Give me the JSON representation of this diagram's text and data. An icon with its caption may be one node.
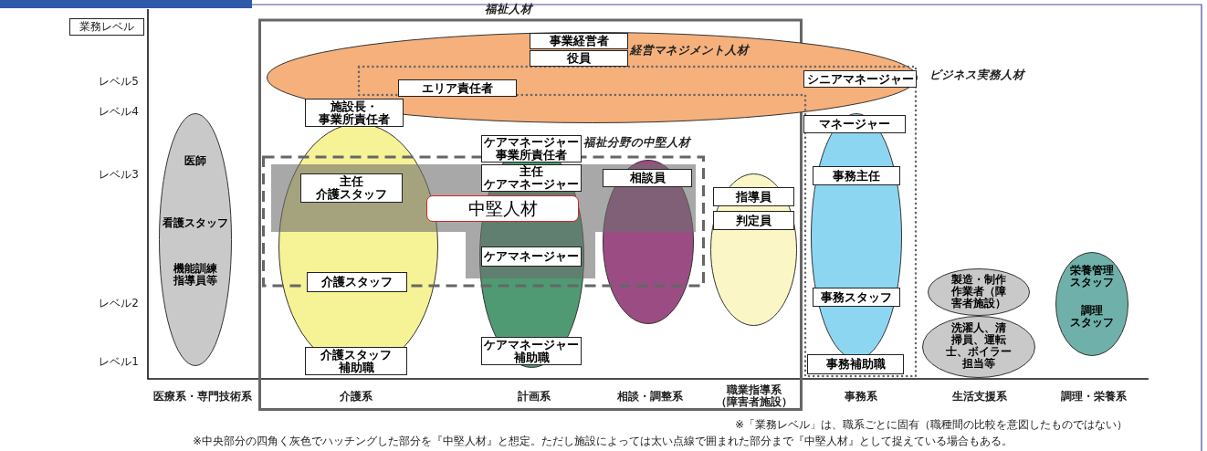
{
  "diagram": {
    "nodes": [
      {
        "text": [
          "福祉人材"
        ]
      },
      {
        "text": [
          "経営マネジメント人材"
        ]
      },
      {
        "text": [
          "事業経営者"
        ],
        "in": 1
      },
      {
        "text": [
          "役員"
        ],
        "in": 1
      },
      {
        "text": [
          "ビジネス実務人材"
        ]
      },
      {
        "text": [
          "エリア責任者"
        ]
      },
      {
        "text": [
          "シニアマネージャー"
        ]
      },
      {
        "text": [
          "施設長・事業所責任者"
        ],
        "in": 0
      },
      {
        "text": [
          "マネージャー"
        ],
        "in": 4
      },
      {
        "text": [
          "福祉分野の中堅人材"
        ],
        "in": 0
      },
      {
        "text": [
          "ケアマネージャー事業所責任者"
        ],
        "in": 0
      },
      {
        "text": [
          "主任ケアマネージャー"
        ]
      },
      {
        "text": [
          "医師",
          "看護スタッフ",
          "機能訓練指導員等"
        ]
      },
      {
        "text": [],
        "shape": "ellipse",
        "in": 0
      },
      {
        "text": [
          "主任介護スタッフ"
        ]
      },
      {
        "text": [
          "中堅人材"
        ],
        "in": 9
      },
      {
        "text": [],
        "shape": "ellipse",
        "in": 0
      },
      {
        "text": [],
        "shape": "ellipse",
        "in": 0
      },
      {
        "text": [
          "相談員"
        ]
      },
      {
        "text": [],
        "shape": "ellipse",
        "in": 0
      },
      {
        "text": [
          "指導員"
        ],
        "in": 19
      },
      {
        "text": [
          "判定員"
        ],
        "in": 19
      },
      {
        "text": [],
        "shape": "ellipse",
        "in": 4
      },
      {
        "text": [
          "事務主任"
        ],
        "in": 22
      },
      {
        "text": [
          "ケアマネージャー"
        ]
      },
      {
        "text": [
          "介護スタッフ"
        ],
        "in": 13
      },
      {
        "text": [
          "事務スタッフ"
        ],
        "in": 22
      },
      {
        "text": [
          "製造・制作作業者（障害者施設）"
        ]
      },
      {
        "text": [
          "栄養管理スタッフ",
          "調理スタッフ"
        ]
      },
      {
        "text": [
          "洗濯人、清掃員、運転士、ボイラー担当等"
        ]
      },
      {
        "text": [
          "介護スタッフ補助職"
        ],
        "in": 0
      },
      {
        "text": [
          "ケアマネージャー補助職"
        ],
        "in": 16
      },
      {
        "text": [
          "事務補助職"
        ],
        "in": 4
      }
    ],
    "labels": [
      "業務レベル",
      "レベル5",
      "レベル4",
      "レベル3",
      "レベル2",
      "レベル1",
      "医療系・専門技術系",
      "介護系",
      "計画系",
      "相談・調整系",
      "職業指導系（障害者施設）",
      "事務系",
      "生活支援系",
      "調理・栄養系",
      "※「業務レベル」は、職系ごとに固有（職種間の比較を意図したものではない）",
      "※中央部分の四角く灰色でハッチングした部分を『中堅人材』と想定。ただし施設によっては太い点線で囲まれた部分まで『中堅人材』として捉えている場合もある。"
    ]
  }
}
